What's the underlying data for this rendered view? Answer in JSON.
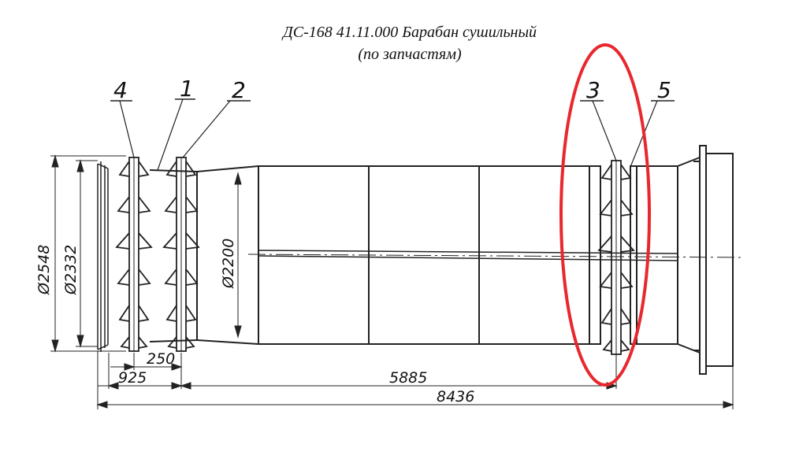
{
  "title": {
    "line1": "ДС-168 41.11.000 Барабан сушильный",
    "line2": "(по запчастям)"
  },
  "callouts": [
    "4",
    "1",
    "2",
    "3",
    "5"
  ],
  "dimensions": {
    "d_outer": "Ø2548",
    "d_inner": "Ø2332",
    "d_drum": "Ø2200",
    "len_250": "250",
    "len_925": "925",
    "len_5885": "5885",
    "len_8436": "8436"
  },
  "highlight_color": "#e8282e",
  "line_color": "#222222"
}
